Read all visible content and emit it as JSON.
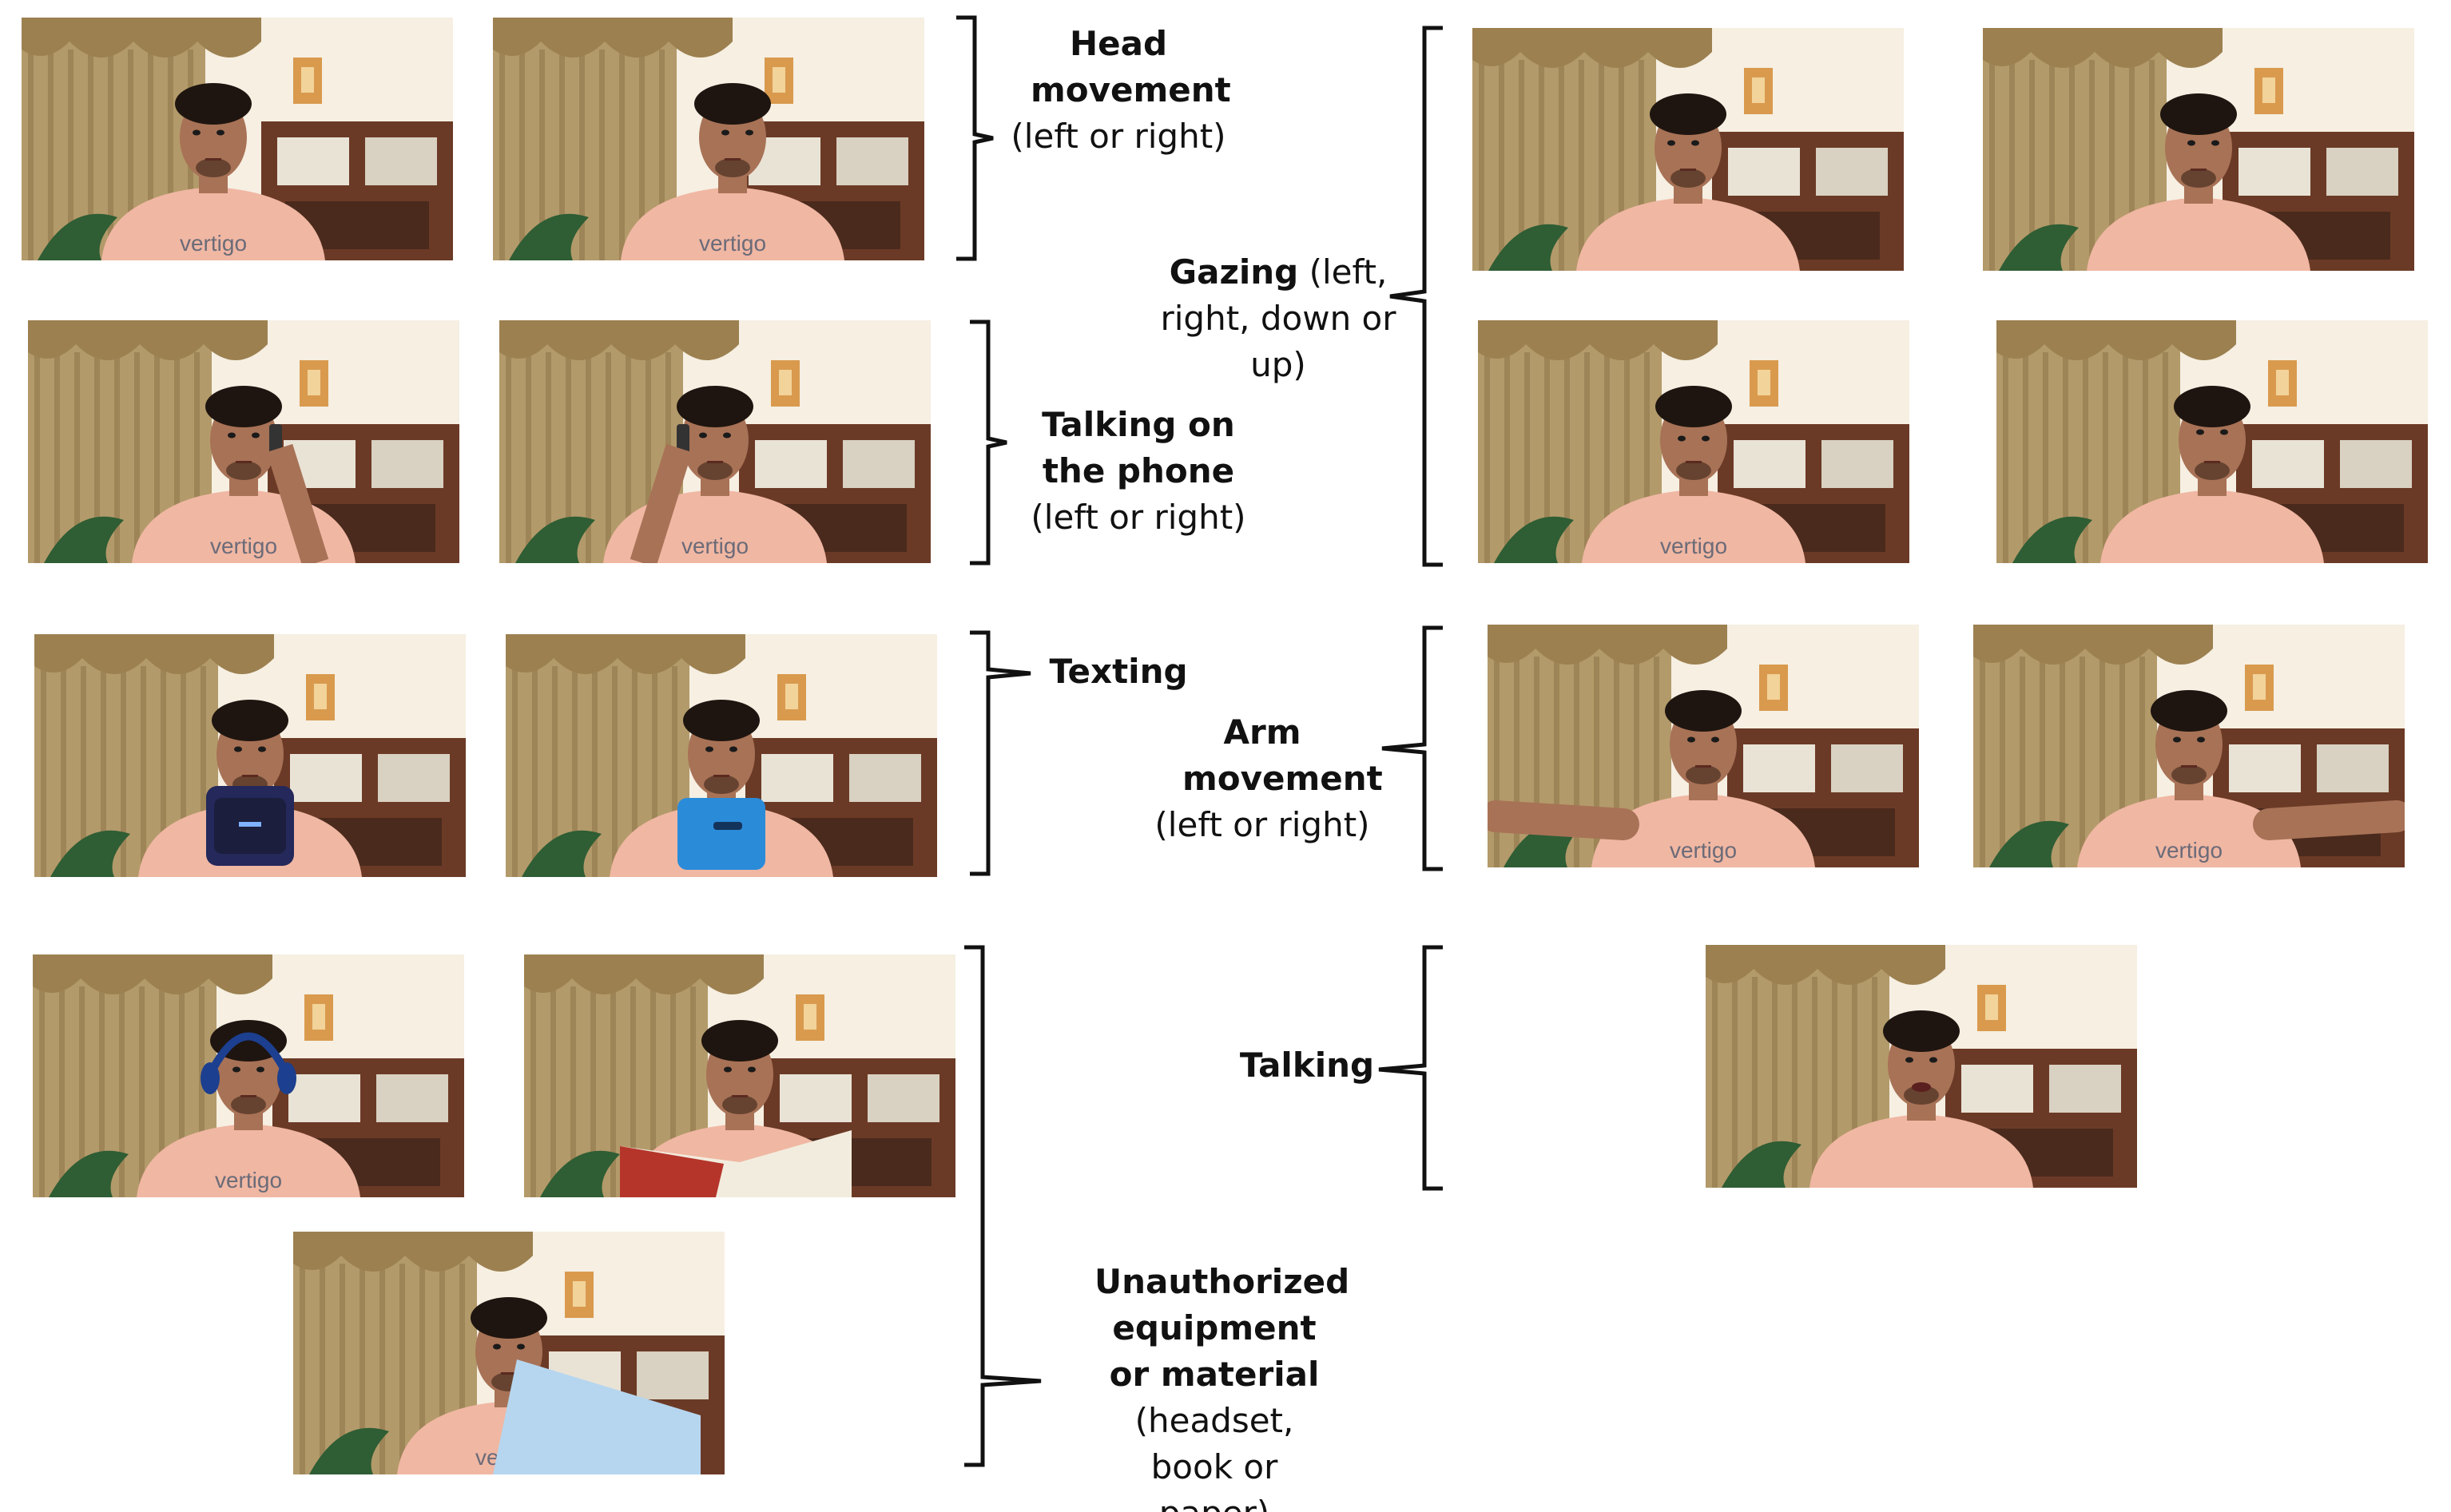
{
  "colors": {
    "wall": "#f6efe2",
    "curtain": "#b39a6a",
    "shelf": "#6b3a26",
    "shirt": "#f0b7a3",
    "skin": "#a87256",
    "hair": "#1e1510",
    "blue_phone": "#2a8bd9",
    "dark_phone": "#24285a",
    "headset": "#1c3f8f",
    "paper": "#b6d6ef",
    "book_red": "#b5352b"
  },
  "labels": {
    "head": {
      "bold": "Head movement",
      "sub": "(left or right)"
    },
    "gazing": {
      "bold": "Gazing",
      "rest": "(left, right, down or up)"
    },
    "phone": {
      "bold": "Talking on the phone",
      "sub": "(left or right)"
    },
    "texting": {
      "bold": "Texting"
    },
    "arm": {
      "bold": "Arm movement",
      "sub": "(left or right)"
    },
    "talking": {
      "bold": "Talking"
    },
    "unauth": {
      "bold": "Unauthorized equipment or material",
      "sub": "(headset, book or paper)"
    }
  },
  "photos": [
    {
      "category": "head",
      "pose": "head-left",
      "prop": "none",
      "shirt_text": "vertigo"
    },
    {
      "category": "head",
      "pose": "head-right",
      "prop": "none",
      "shirt_text": "vertigo"
    },
    {
      "category": "gazing",
      "pose": "gaze-left",
      "prop": "none"
    },
    {
      "category": "gazing",
      "pose": "gaze-right",
      "prop": "none"
    },
    {
      "category": "phone",
      "pose": "phone-left",
      "prop": "phone",
      "shirt_text": "vertigo"
    },
    {
      "category": "phone",
      "pose": "phone-right",
      "prop": "phone",
      "shirt_text": "vertigo"
    },
    {
      "category": "gazing",
      "pose": "gaze-down",
      "prop": "none",
      "shirt_text": "vertigo"
    },
    {
      "category": "gazing",
      "pose": "gaze-up",
      "prop": "none"
    },
    {
      "category": "texting",
      "pose": "texting-dark",
      "prop": "dark-phone"
    },
    {
      "category": "texting",
      "pose": "texting-blue",
      "prop": "blue-phone"
    },
    {
      "category": "arm",
      "pose": "arm-left",
      "prop": "arm",
      "shirt_text": "vertigo"
    },
    {
      "category": "arm",
      "pose": "arm-right",
      "prop": "arm",
      "shirt_text": "vertigo"
    },
    {
      "category": "unauth",
      "pose": "headset",
      "prop": "headset",
      "shirt_text": "vertigo"
    },
    {
      "category": "unauth",
      "pose": "book",
      "prop": "book"
    },
    {
      "category": "talking",
      "pose": "talking",
      "prop": "mouth-open"
    },
    {
      "category": "unauth",
      "pose": "paper",
      "prop": "paper",
      "shirt_text": "vertigo"
    }
  ]
}
